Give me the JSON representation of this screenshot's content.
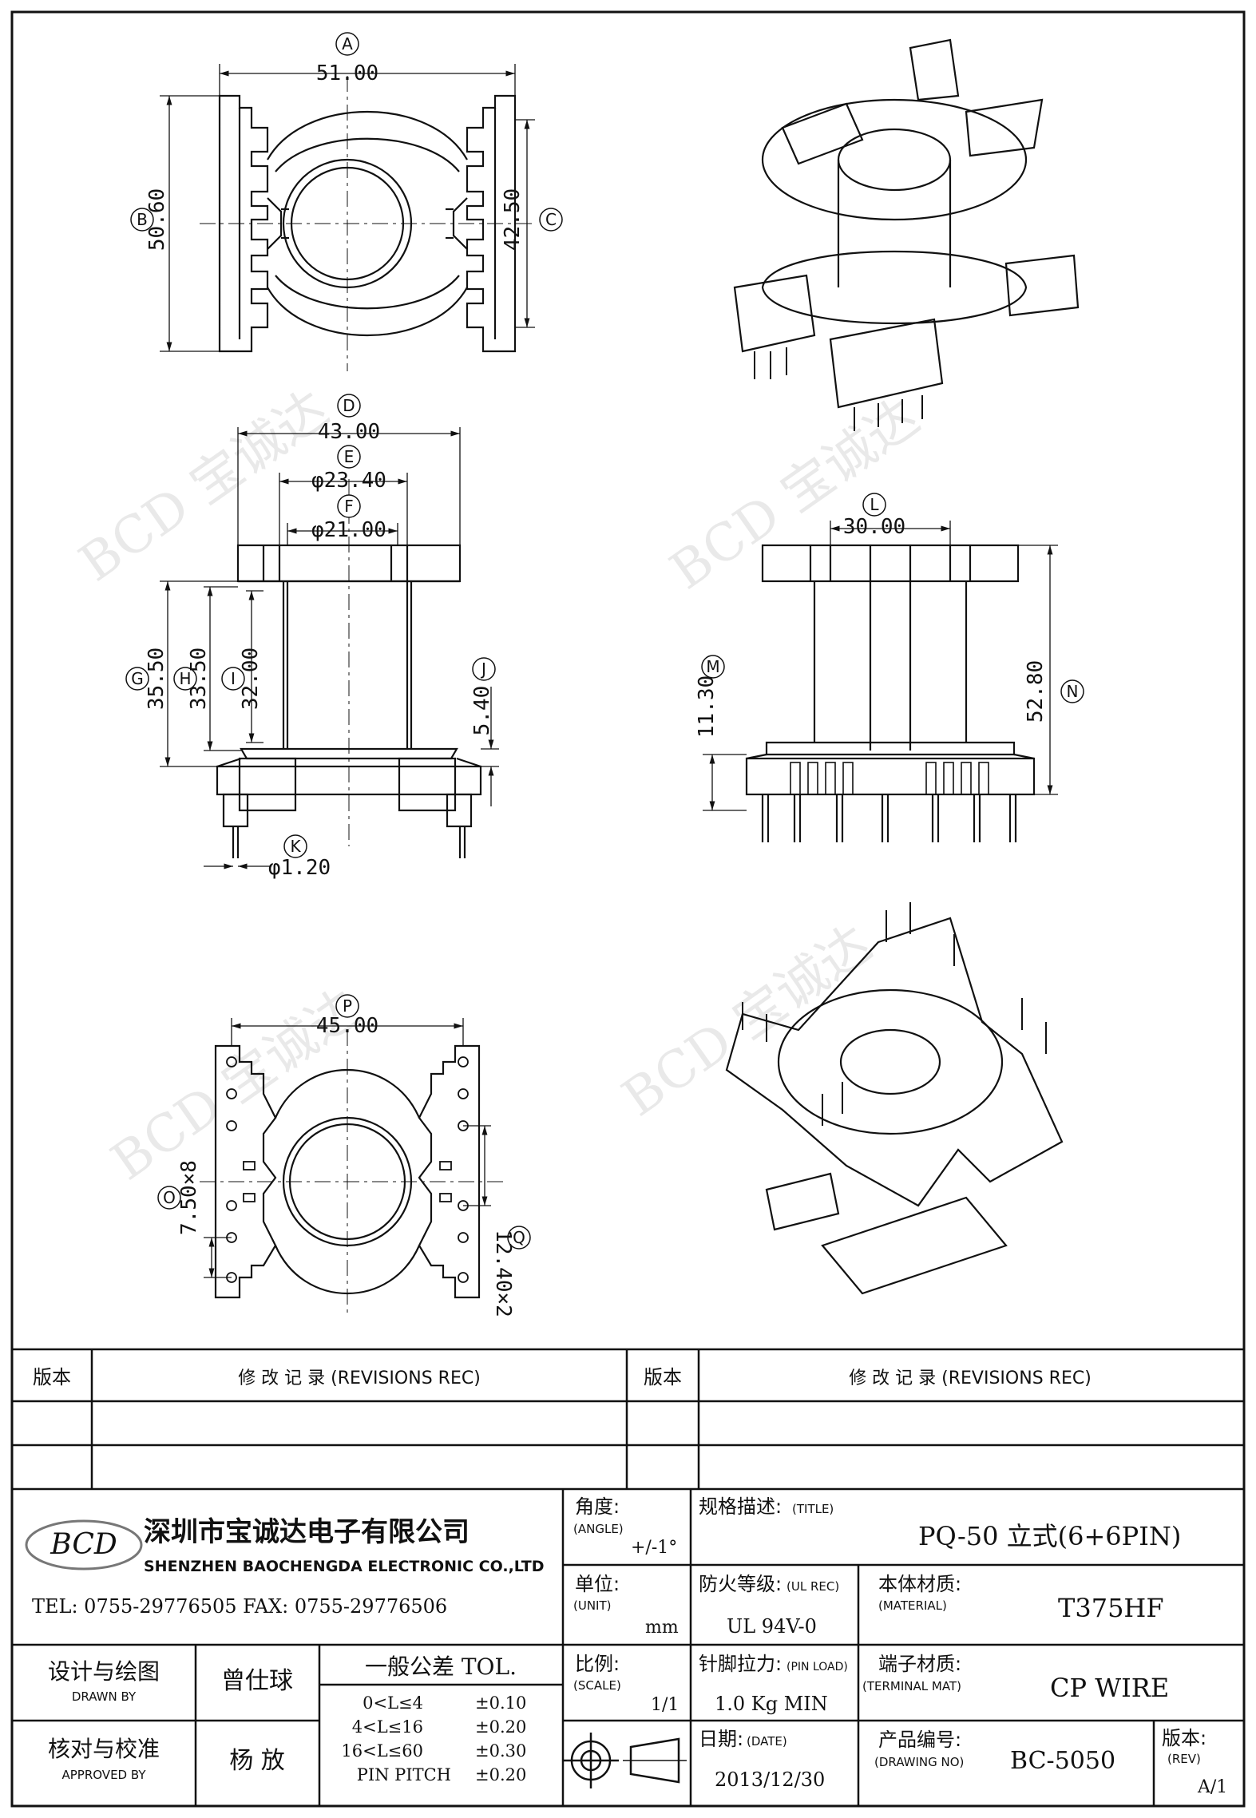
{
  "dimensions": {
    "A": {
      "letter": "A",
      "value": "51.00"
    },
    "B": {
      "letter": "B",
      "value": "50.60"
    },
    "C": {
      "letter": "C",
      "value": "42.50"
    },
    "D": {
      "letter": "D",
      "value": "43.00"
    },
    "E": {
      "letter": "E",
      "value": "φ23.40"
    },
    "F": {
      "letter": "F",
      "value": "φ21.00"
    },
    "G": {
      "letter": "G",
      "value": "35.50"
    },
    "H": {
      "letter": "H",
      "value": "33.50"
    },
    "I": {
      "letter": "I",
      "value": "32.00"
    },
    "J": {
      "letter": "J",
      "value": "5.40"
    },
    "K": {
      "letter": "K",
      "value": "φ1.20"
    },
    "L": {
      "letter": "L",
      "value": "30.00"
    },
    "M": {
      "letter": "M",
      "value": "11.30"
    },
    "N": {
      "letter": "N",
      "value": "52.80"
    },
    "O": {
      "letter": "O",
      "value": "7.50×8"
    },
    "P": {
      "letter": "P",
      "value": "45.00"
    },
    "Q": {
      "letter": "Q",
      "value": "12.40×2"
    }
  },
  "watermark": "BCD 宝诚达",
  "revision_table": {
    "version_header": "版本",
    "revisions_header": "修 改 记 录 (REVISIONS REC)"
  },
  "company": {
    "logo": "BCD",
    "name_cn": "深圳市宝诚达电子有限公司",
    "name_en": "SHENZHEN BAOCHENGDA ELECTRONIC CO.,LTD",
    "contact": "TEL: 0755-29776505   FAX: 0755-29776506"
  },
  "title_block": {
    "angle_label": "角度:",
    "angle_label_en": "(ANGLE)",
    "angle_value": "+/-1°",
    "title_label": "规格描述:",
    "title_label_en": "(TITLE)",
    "title_value": "PQ-50 立式(6+6PIN)",
    "unit_label": "单位:",
    "unit_label_en": "(UNIT)",
    "unit_value": "mm",
    "fire_label": "防火等级:",
    "fire_label_en": "(UL REC)",
    "fire_value": "UL 94V-0",
    "material_label": "本体材质:",
    "material_label_en": "(MATERIAL)",
    "material_value": "T375HF",
    "designer_label": "设计与绘图",
    "designer_label_en": "DRAWN BY",
    "designer_name": "曾仕球",
    "tolerance_header": "一般公差 TOL.",
    "tolerances": [
      {
        "range": "0<L≤4",
        "tol": "±0.10"
      },
      {
        "range": "4<L≤16",
        "tol": "±0.20"
      },
      {
        "range": "16<L≤60",
        "tol": "±0.30"
      },
      {
        "range": "PIN PITCH",
        "tol": "±0.20"
      }
    ],
    "scale_label": "比例:",
    "scale_label_en": "(SCALE)",
    "scale_value": "1/1",
    "pin_load_label": "针脚拉力:",
    "pin_load_label_en": "(PIN LOAD)",
    "pin_load_value": "1.0 Kg MIN",
    "terminal_label": "端子材质:",
    "terminal_label_en": "(TERMINAL MAT)",
    "terminal_value": "CP WIRE",
    "checker_label": "核对与校准",
    "checker_label_en": "APPROVED BY",
    "checker_name": "杨  放",
    "date_label": "日期:",
    "date_label_en": "(DATE)",
    "date_value": "2013/12/30",
    "drawing_no_label": "产品编号:",
    "drawing_no_label_en": "(DRAWING NO)",
    "drawing_no_value": "BC-5050",
    "rev_label": "版本:",
    "rev_label_en": "(REV)",
    "rev_value": "A/1"
  }
}
